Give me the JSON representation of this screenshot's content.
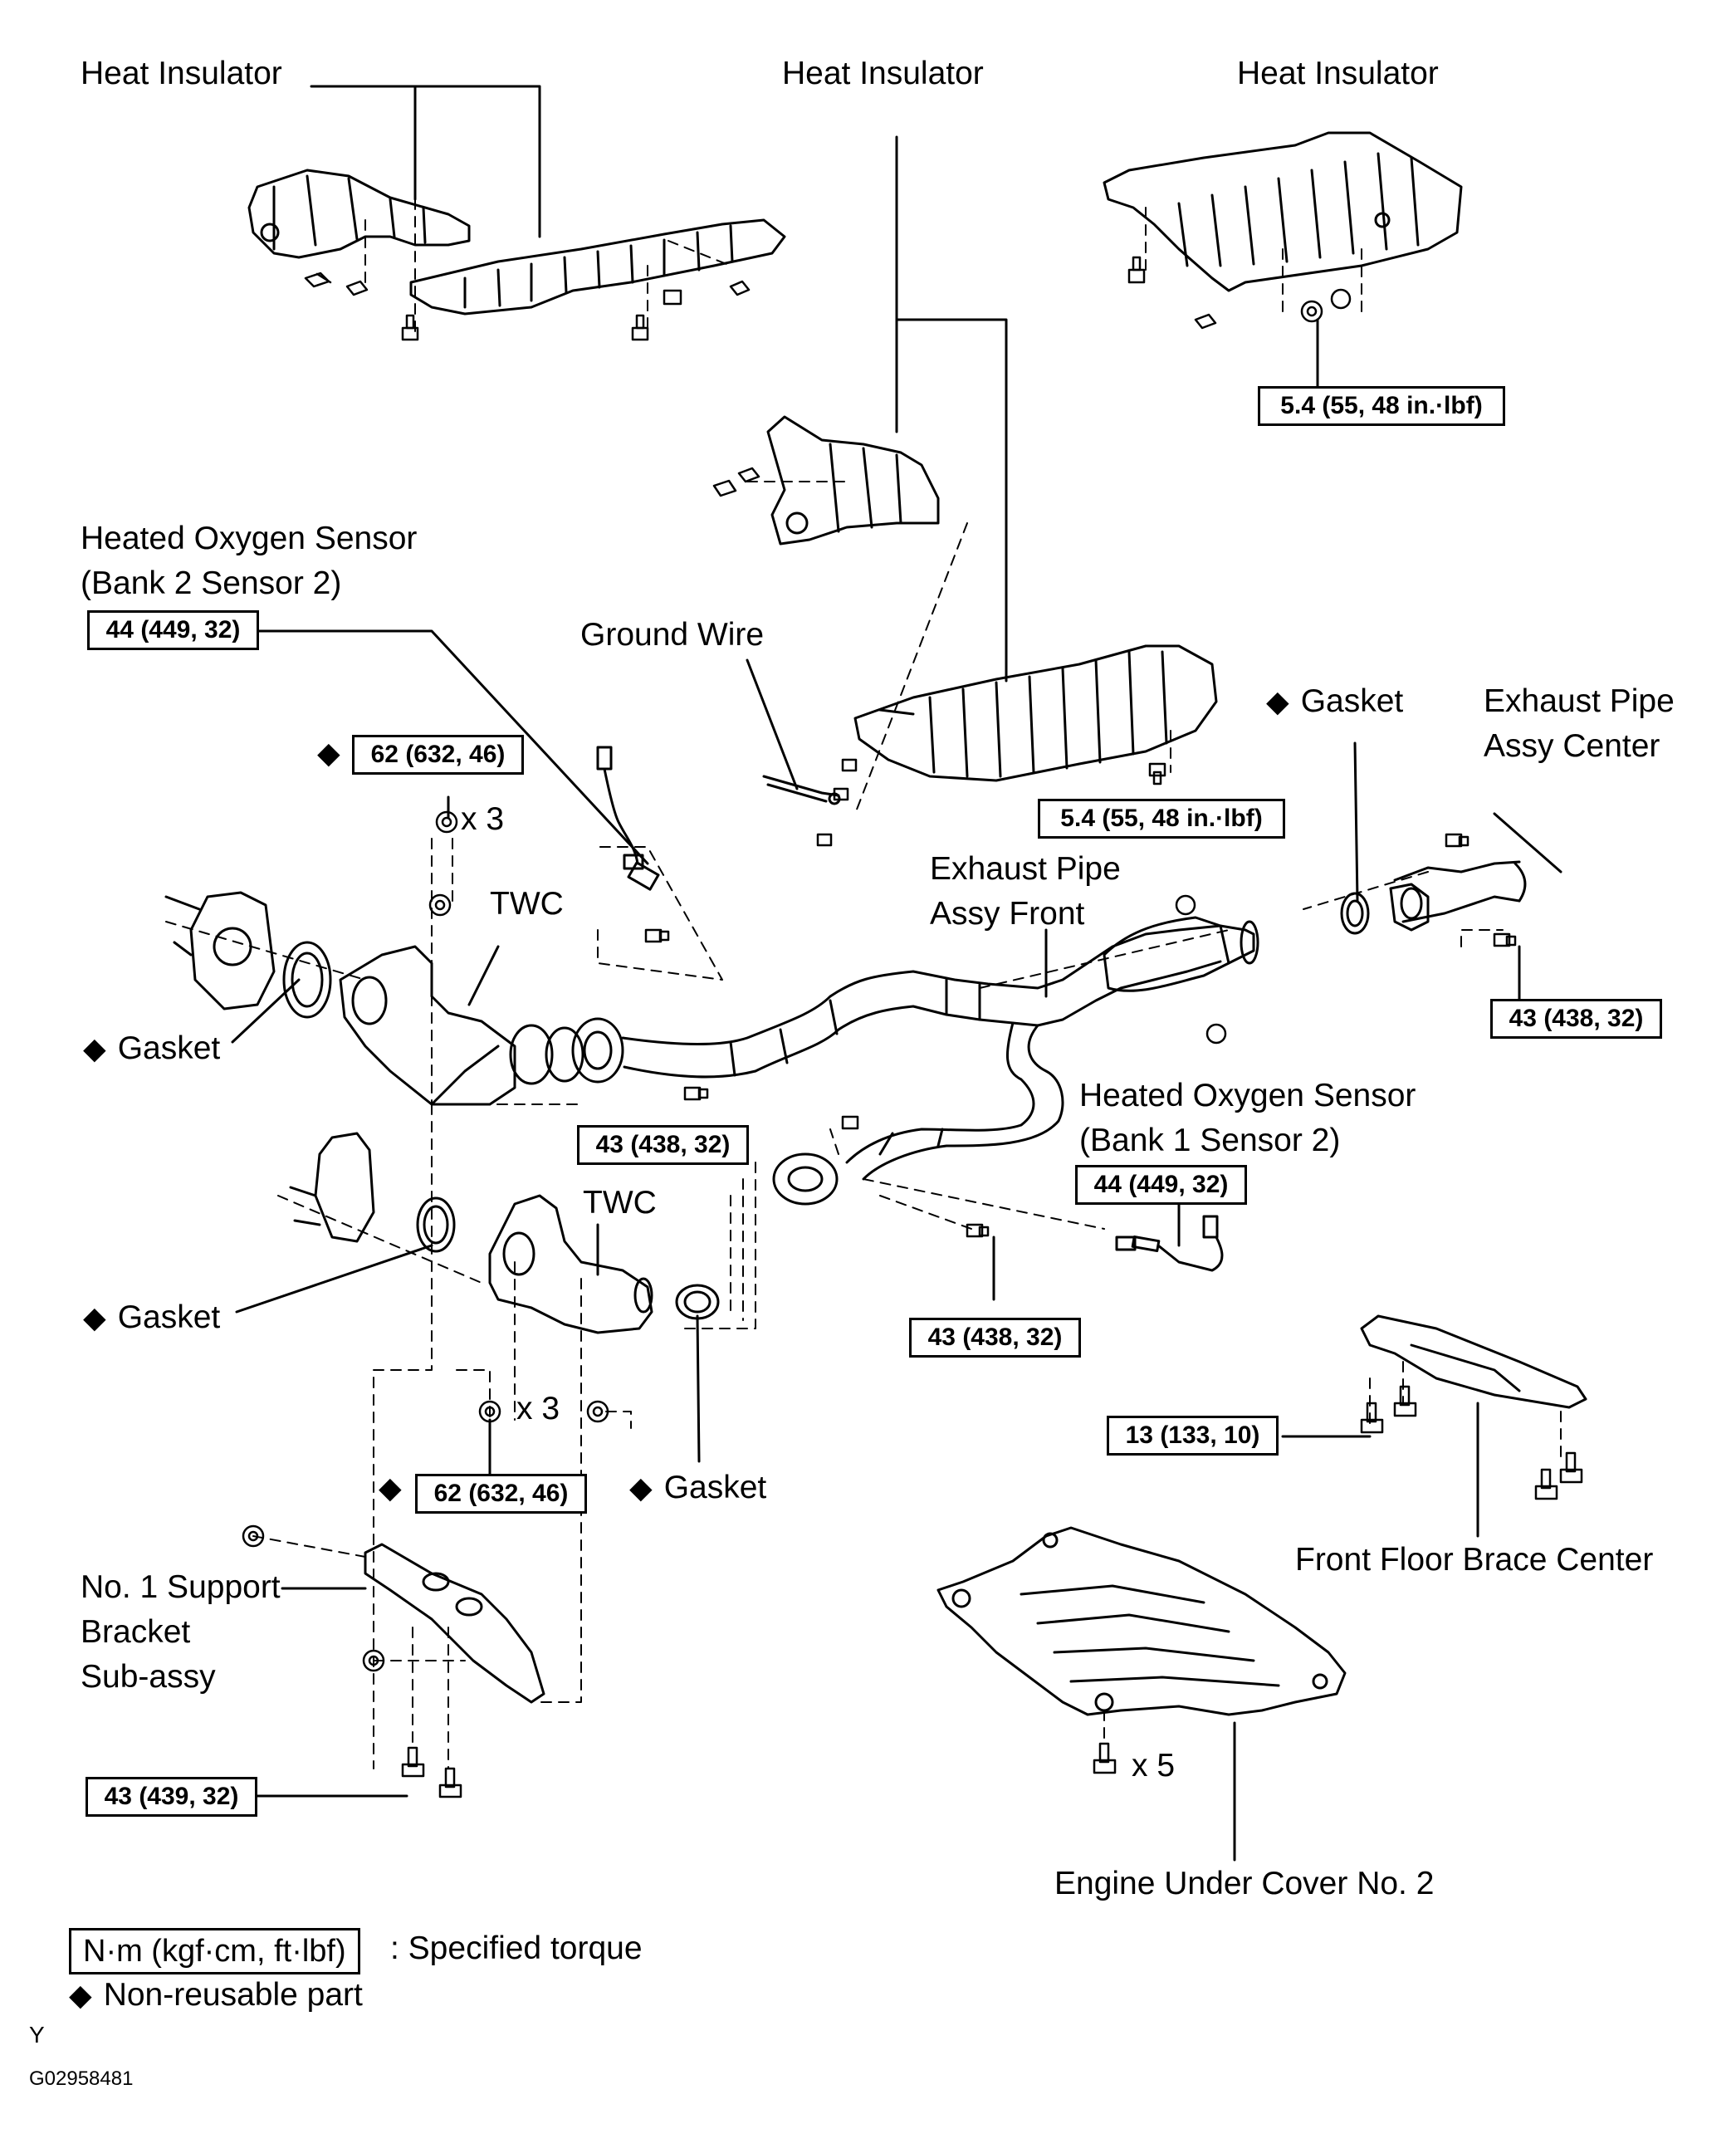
{
  "labels": {
    "heat_insulator_1": "Heat Insulator",
    "heat_insulator_2": "Heat Insulator",
    "heat_insulator_3": "Heat Insulator",
    "sensor_b2_line1": "Heated Oxygen Sensor",
    "sensor_b2_line2": "(Bank 2 Sensor 2)",
    "ground_wire": "Ground Wire",
    "gasket_top": "Gasket",
    "exhaust_center_line1": "Exhaust Pipe",
    "exhaust_center_line2": "Assy Center",
    "exhaust_front_line1": "Exhaust Pipe",
    "exhaust_front_line2": "Assy Front",
    "twc_upper": "TWC",
    "twc_lower": "TWC",
    "gasket_left_upper": "Gasket",
    "gasket_left_lower": "Gasket",
    "gasket_mid_lower": "Gasket",
    "sensor_b1_line1": "Heated Oxygen Sensor",
    "sensor_b1_line2": "(Bank 1 Sensor 2)",
    "x3_upper": "x 3",
    "x3_lower": "x 3",
    "x5": "x 5",
    "support_line1": "No. 1 Support",
    "support_line2": "Bracket",
    "support_line3": "Sub-assy",
    "floor_brace": "Front Floor Brace Center",
    "under_cover": "Engine Under Cover No. 2"
  },
  "torques": {
    "t_heat_insulator_3": "5.4 (55, 48 in.·lbf)",
    "t_heat_insulator_2": "5.4 (55, 48 in.·lbf)",
    "t_sensor_b2": "44 (449, 32)",
    "t_manifold_upper": "62 (632, 46)",
    "t_center_joint": "43 (438, 32)",
    "t_front_pipe_left": "43 (438, 32)",
    "t_sensor_b1": "44 (449, 32)",
    "t_front_pipe_mid": "43 (438, 32)",
    "t_floor_brace": "13 (133, 10)",
    "t_manifold_lower": "62 (632, 46)",
    "t_support_bracket": "43 (439, 32)"
  },
  "legend": {
    "torque_unit": "N·m (kgf·cm, ft·lbf)",
    "torque_desc": ": Specified torque",
    "nonreusable_desc": "Non-reusable part",
    "diamond_symbol": "◆"
  },
  "footer": {
    "letter": "Y",
    "figure_code": "G02958481"
  }
}
